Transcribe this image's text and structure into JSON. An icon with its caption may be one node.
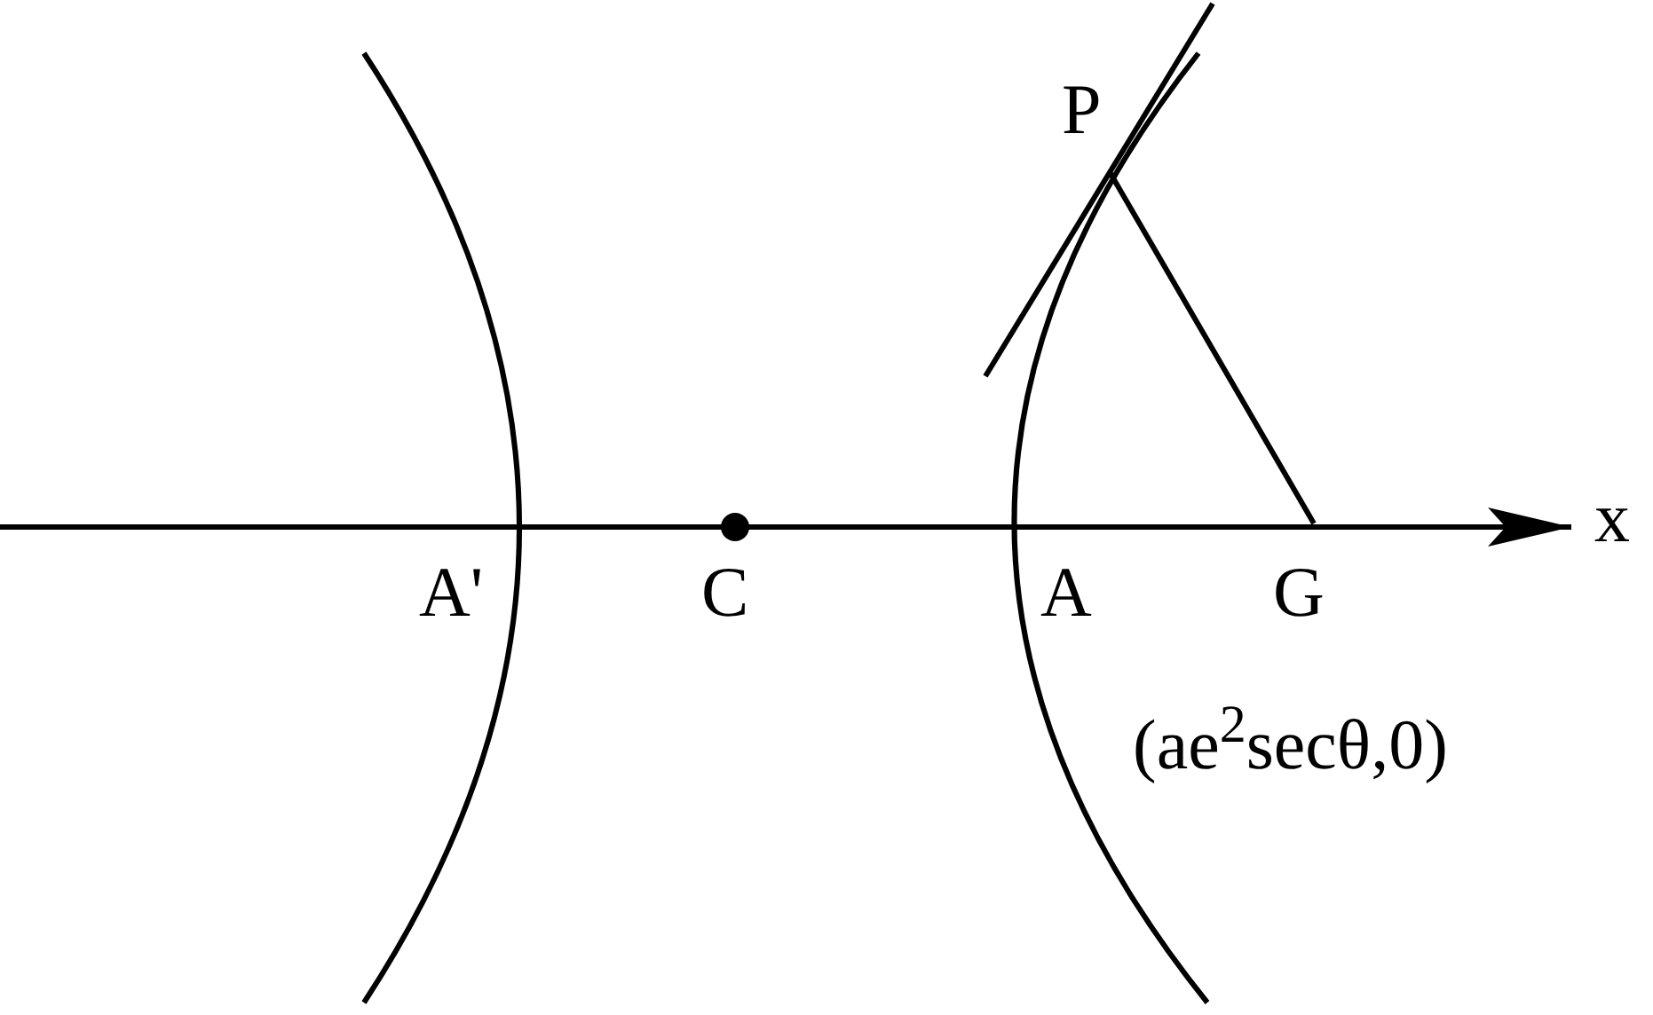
{
  "diagram": {
    "labels": [
      "P",
      "x",
      "A'",
      "C",
      "A",
      "G",
      "(ae$^{2}$secθ,0)"
    ]
  }
}
